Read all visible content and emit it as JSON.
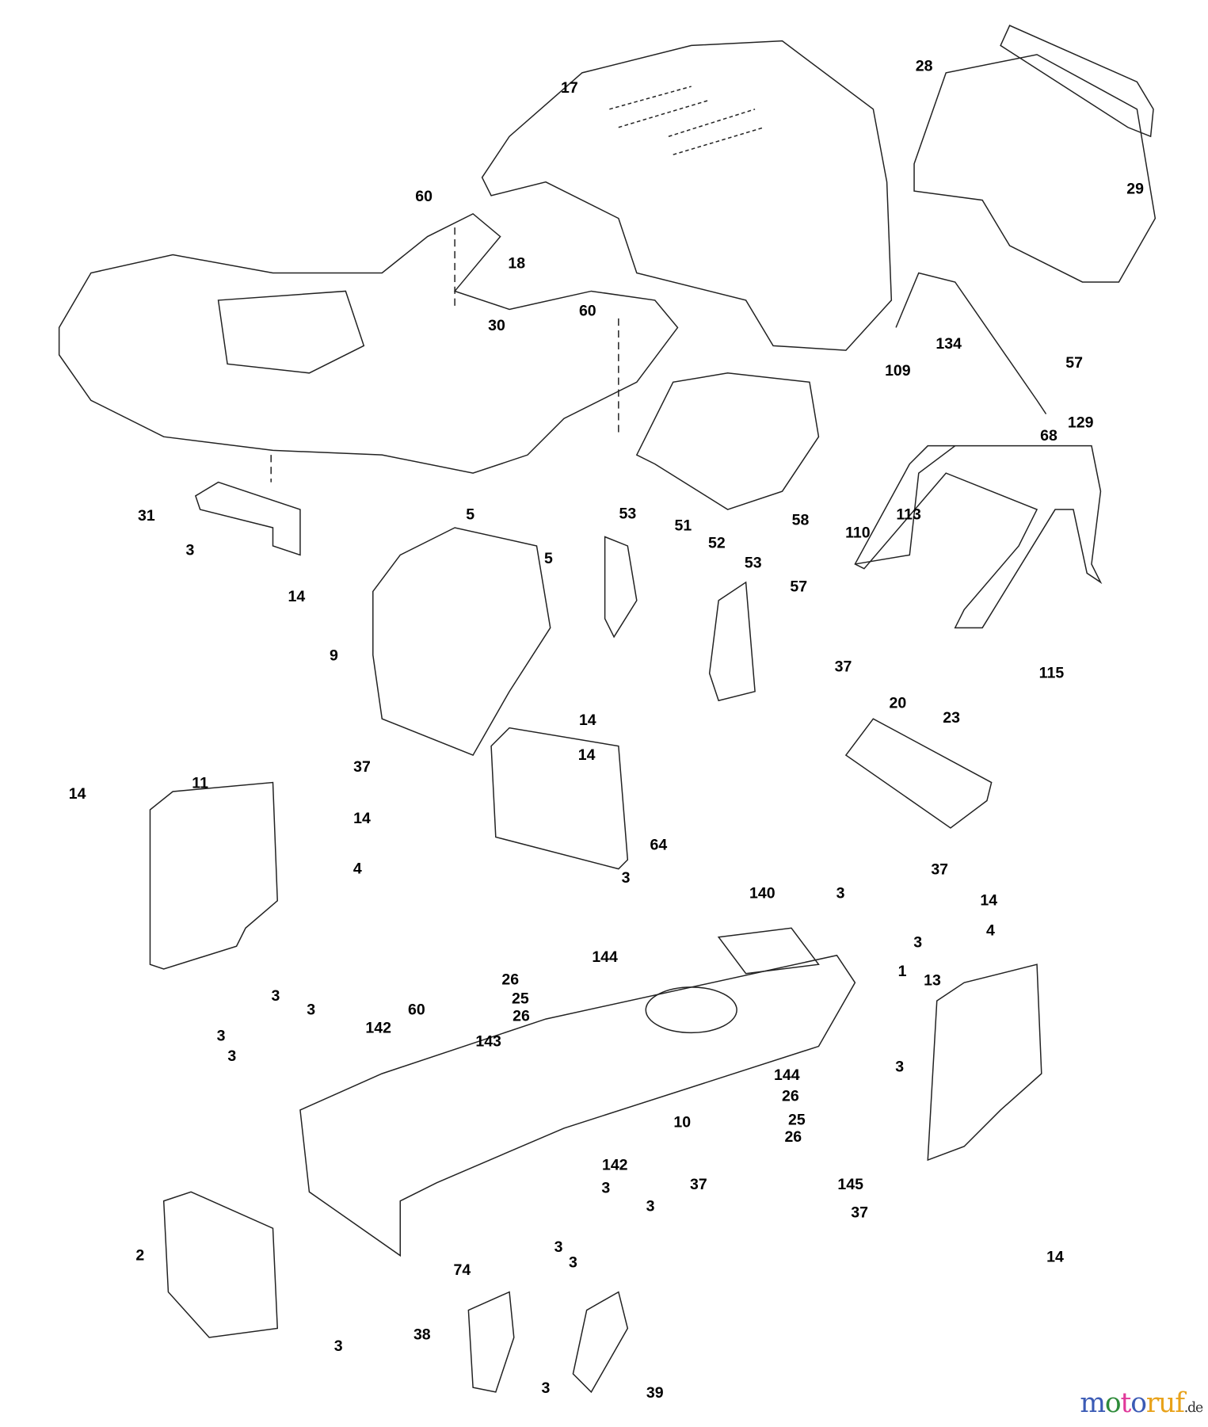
{
  "title": "Chassis and enclosures exploded parts diagram",
  "callouts": [
    "17",
    "28",
    "29",
    "60",
    "18",
    "60",
    "30",
    "134",
    "57",
    "109",
    "68",
    "129",
    "110",
    "113",
    "58",
    "31",
    "3",
    "5",
    "5",
    "53",
    "51",
    "52",
    "53",
    "57",
    "14",
    "9",
    "115",
    "37",
    "20",
    "23",
    "14",
    "14",
    "37",
    "11",
    "14",
    "14",
    "4",
    "64",
    "37",
    "3",
    "140",
    "3",
    "14",
    "3",
    "4",
    "1",
    "144",
    "26",
    "13",
    "25",
    "3",
    "60",
    "26",
    "3",
    "142",
    "3",
    "143",
    "3",
    "3",
    "144",
    "26",
    "10",
    "25",
    "26",
    "142",
    "37",
    "145",
    "3",
    "3",
    "37",
    "3",
    "3",
    "2",
    "74",
    "14",
    "3",
    "38",
    "3",
    "39"
  ],
  "watermark": {
    "text": "motoruf",
    "suffix": ".de",
    "letter_colors": [
      "#3b5bb5",
      "#2e8b3a",
      "#e0399a",
      "#3b5bb5",
      "#e8a21a",
      "#e8a21a",
      "#e8a21a"
    ]
  }
}
